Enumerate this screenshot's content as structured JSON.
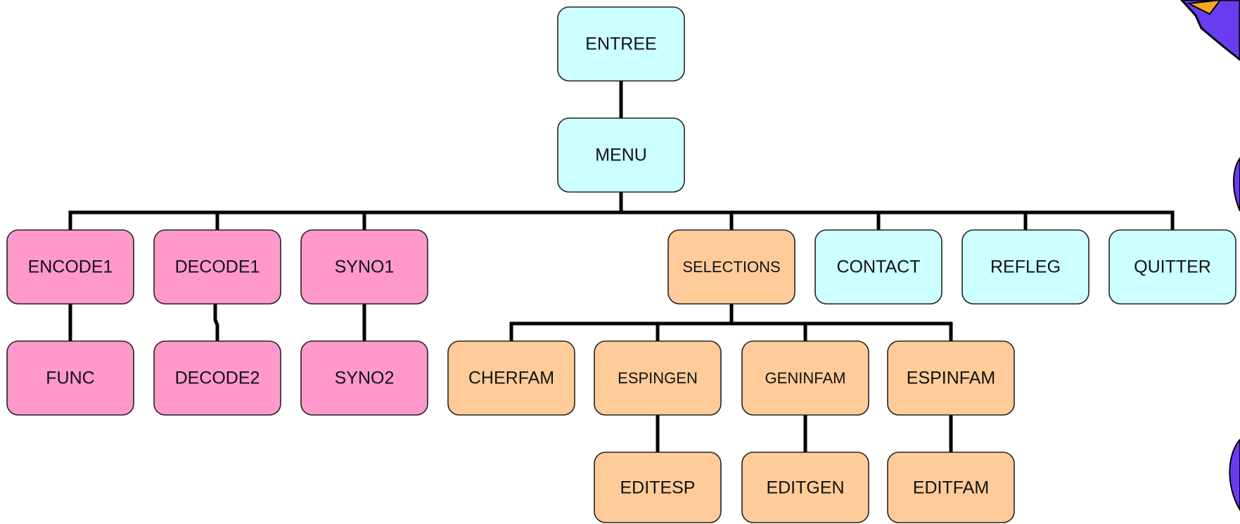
{
  "colors": {
    "main": "#ccffff",
    "pink": "#ff99cc",
    "orange": "#ffcc99",
    "line": "#000000",
    "decor_purple": "#6a3cf0",
    "decor_orange": "#f5a623"
  },
  "nodes": {
    "entree": "ENTREE",
    "menu": "MENU",
    "encode1": "ENCODE1",
    "decode1": "DECODE1",
    "syno1": "SYNO1",
    "selections": "SELECTIONS",
    "contact": "CONTACT",
    "refleg": "REFLEG",
    "quitter": "QUITTER",
    "func": "FUNC",
    "decode2": "DECODE2",
    "syno2": "SYNO2",
    "cherfam": "CHERFAM",
    "espingen": "ESPINGEN",
    "geninfam": "GENINFAM",
    "espinfam": "ESPINFAM",
    "editesp": "EDITESP",
    "editgen": "EDITGEN",
    "editfam": "EDITFAM"
  }
}
